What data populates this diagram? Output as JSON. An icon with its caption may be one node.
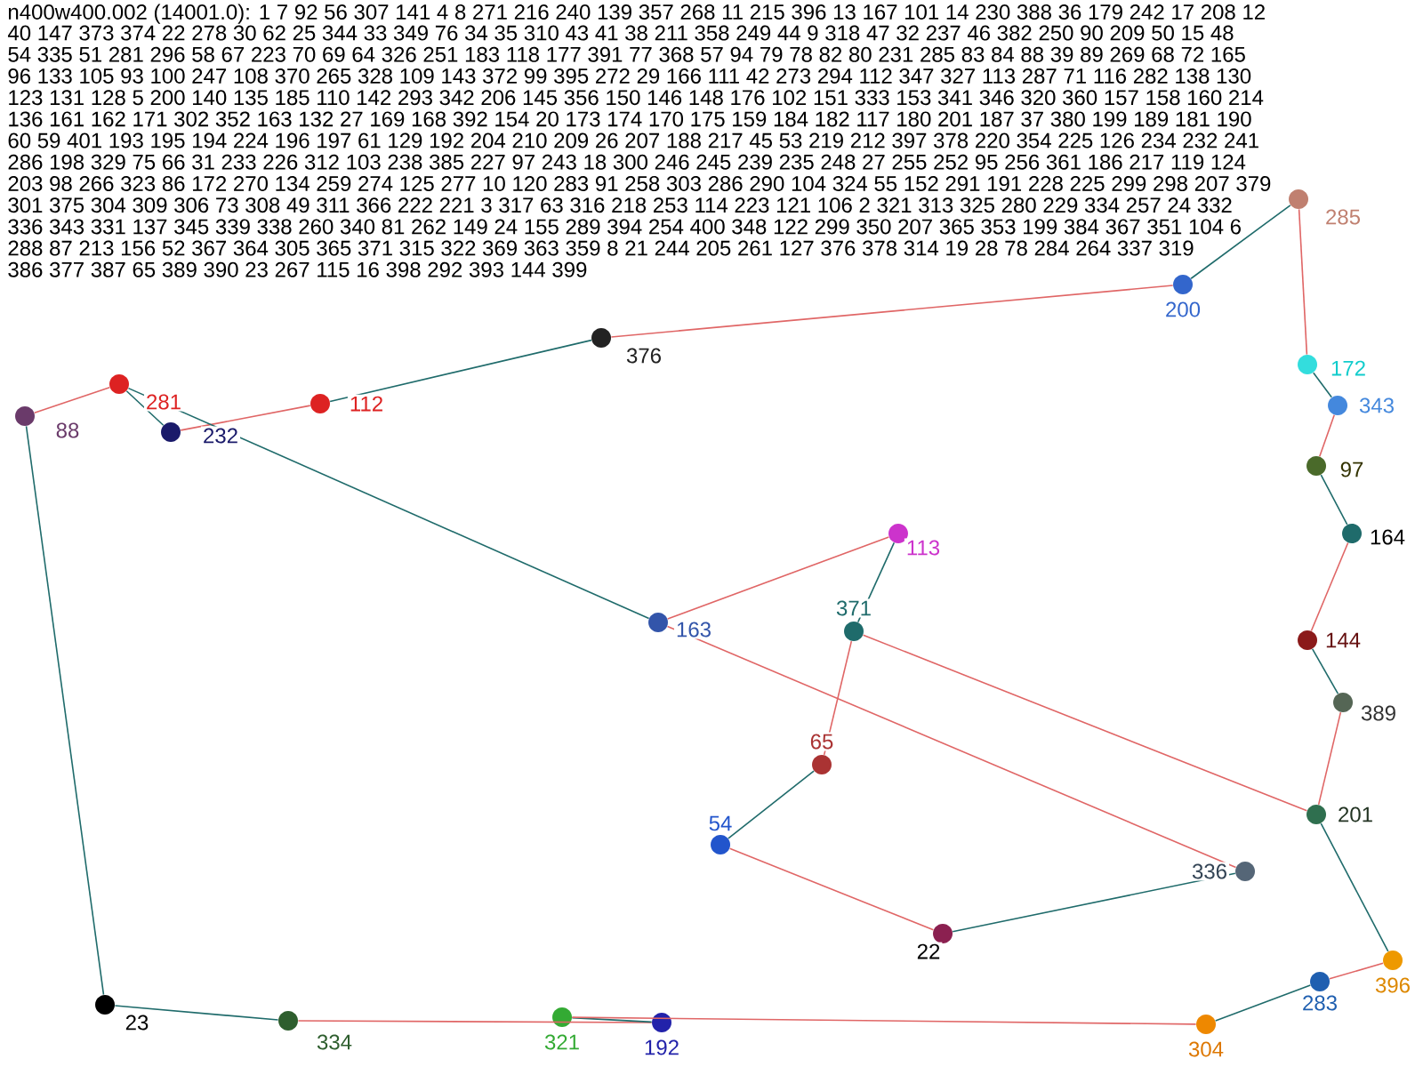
{
  "diagram": {
    "labels": [
      "n400w400.002 (14001.0): 1 7 92 56 307 141 4 8 271 216 240 139 357 268 11 215 396 13 167 101 14 230 388 36 179 242 17 208 12",
      "40 147 373 374 22 278 30 62 25 344 33 349 76 34 35 310 43 41 38 211 358 249 44 9 318 47 32 237 46 382 250 90 209 50 15 48",
      "54 335 51 281 296 58 67 223 70 69 64 326 251 183 118 177 391 77 368 57 94 79 78 82 80 231 285 83 84 88 39 89 269 68 72 165",
      "96 133 105 93 100 247 108 370 265 328 109 143 372 99 395 272 29 166 111 42 273 294 112 347 327 113 287 71 116 282 138 130",
      "123 131 128 5 200 140 135 185 110 142 293 342 206 145 356 150 146 148 176 102 151 333 153 341 346 320 360 157 158 160 214",
      "136 161 162 171 302 352 163 132 27 169 168 392 154 20 173 174 170 175 159 184 182 117 180 201 187 37 380 199 189 181 190",
      "60 59 401 193 195 194 224 196 197 61 129 192 204 210 209 26 207 188 217 45 53 219 212 397 378 220 354 225 126 234 232 241",
      "286 198 329 75 66 31 233 226 312 103 238 385 227 97 243 18 300 246 245 239 235 248 27 255 252 95 256 361 186 217 119 124",
      "203 98 266 323 86 172 270 134 259 274 125 277 10 120 283 91 258 303 286 290 104 324 55 152 291 191 228 225 299 298 207 379",
      "301 375 304 309 306 73 308 49 311 366 222 221 3 317 63 316 218 253 114 223 121 106 2 321 313 325 280 229 334 257 24 332",
      "336 343 331 137 345 339 338 260 340 81 262 149 24 155 289 394 254 400 348 122 299 350 207 365 353 199 384 367 351 104 6",
      "288 87 213 156 52 367 364 305 365 371 315 322 369 363 359 8 21 244 205 261 127 376 378 314 19 28 78 284 264 337 319",
      "386 377 387 65 389 390 23 267 115 16 398 292 393 144 399"
    ],
    "nodes": [
      {
        "text": [],
        "shape": "circle",
        "beside": [
          "23"
        ]
      },
      {
        "text": [],
        "shape": "circle",
        "beside": [
          "334"
        ]
      },
      {
        "text": [],
        "shape": "circle",
        "beside": [
          "321"
        ]
      },
      {
        "text": [],
        "shape": "circle",
        "beside": [
          "192"
        ]
      },
      {
        "text": [],
        "shape": "circle",
        "beside": [
          "304"
        ]
      },
      {
        "text": [],
        "shape": "circle",
        "beside": [
          "396"
        ]
      },
      {
        "text": [],
        "shape": "circle",
        "beside": [
          "283"
        ]
      },
      {
        "text": [],
        "shape": "circle",
        "beside": [
          "164"
        ]
      },
      {
        "text": [],
        "shape": "circle",
        "beside": [
          "97"
        ]
      },
      {
        "text": [],
        "shape": "circle",
        "beside": [
          "144"
        ]
      },
      {
        "text": [],
        "shape": "circle",
        "beside": [
          "389"
        ]
      },
      {
        "text": [],
        "shape": "circle",
        "beside": [
          "201"
        ]
      },
      {
        "text": [],
        "shape": "circle",
        "beside": [
          "285"
        ]
      },
      {
        "text": [],
        "shape": "circle",
        "beside": [
          "172"
        ]
      },
      {
        "text": [],
        "shape": "circle",
        "beside": [
          "343"
        ]
      },
      {
        "text": [],
        "shape": "circle",
        "beside": [
          "88"
        ]
      },
      {
        "text": [],
        "shape": "circle",
        "beside": [
          "281"
        ]
      },
      {
        "text": [],
        "shape": "circle",
        "beside": [
          "376"
        ]
      },
      {
        "text": [],
        "shape": "circle",
        "beside": [
          "371"
        ]
      },
      {
        "text": [],
        "shape": "circle",
        "beside": [
          "336"
        ]
      },
      {
        "text": [],
        "shape": "circle",
        "beside": [
          "22"
        ]
      },
      {
        "text": [],
        "shape": "circle",
        "beside": [
          "200"
        ]
      },
      {
        "text": [],
        "shape": "circle",
        "beside": [
          "112"
        ]
      },
      {
        "text": [],
        "shape": "circle",
        "beside": [
          "113"
        ]
      },
      {
        "text": [],
        "shape": "circle",
        "beside": [
          "163"
        ]
      },
      {
        "text": [],
        "shape": "circle",
        "beside": [
          "65"
        ]
      },
      {
        "text": [],
        "shape": "circle",
        "beside": [
          "54"
        ]
      },
      {
        "text": [],
        "shape": "circle",
        "beside": [
          "232"
        ]
      }
    ],
    "edges": [
      {
        "from": 0,
        "to": 1,
        "arrow": "none"
      },
      {
        "from": 1,
        "to": 3,
        "arrow": "none",
        "color": "#e06666"
      },
      {
        "from": 3,
        "to": 2,
        "arrow": "none"
      },
      {
        "from": 2,
        "to": 4,
        "arrow": "none",
        "color": "#e06666"
      },
      {
        "from": 4,
        "to": 6,
        "arrow": "none"
      },
      {
        "from": 6,
        "to": 5,
        "arrow": "none",
        "color": "#e06666"
      },
      {
        "from": 5,
        "to": 11,
        "arrow": "none"
      },
      {
        "from": 11,
        "to": 10,
        "arrow": "none",
        "color": "#e06666"
      },
      {
        "from": 10,
        "to": 9,
        "arrow": "none"
      },
      {
        "from": 9,
        "to": 7,
        "arrow": "none",
        "color": "#e06666"
      },
      {
        "from": 7,
        "to": 8,
        "arrow": "none"
      },
      {
        "from": 8,
        "to": 14,
        "arrow": "none",
        "color": "#e06666"
      },
      {
        "from": 14,
        "to": 13,
        "arrow": "none"
      },
      {
        "from": 13,
        "to": 12,
        "arrow": "none",
        "color": "#e06666"
      },
      {
        "from": 12,
        "to": 21,
        "arrow": "none"
      },
      {
        "from": 21,
        "to": 17,
        "arrow": "none",
        "color": "#e06666"
      },
      {
        "from": 17,
        "to": 22,
        "arrow": "none"
      },
      {
        "from": 22,
        "to": 27,
        "arrow": "none",
        "color": "#e06666"
      },
      {
        "from": 27,
        "to": 16,
        "arrow": "none"
      },
      {
        "from": 16,
        "to": 15,
        "arrow": "none",
        "color": "#e06666"
      },
      {
        "from": 15,
        "to": 0,
        "arrow": "none"
      },
      {
        "from": 24,
        "to": 23,
        "arrow": "none",
        "color": "#e06666"
      },
      {
        "from": 23,
        "to": 18,
        "arrow": "none"
      },
      {
        "from": 18,
        "to": 25,
        "arrow": "none",
        "color": "#e06666"
      },
      {
        "from": 25,
        "to": 26,
        "arrow": "none"
      },
      {
        "from": 26,
        "to": 20,
        "arrow": "none",
        "color": "#e06666"
      },
      {
        "from": 20,
        "to": 19,
        "arrow": "none"
      },
      {
        "from": 19,
        "to": 24,
        "arrow": "none",
        "color": "#e06666"
      },
      {
        "from": 24,
        "to": 16,
        "arrow": "none"
      },
      {
        "from": 18,
        "to": 11,
        "arrow": "none",
        "color": "#e06666"
      }
    ]
  }
}
